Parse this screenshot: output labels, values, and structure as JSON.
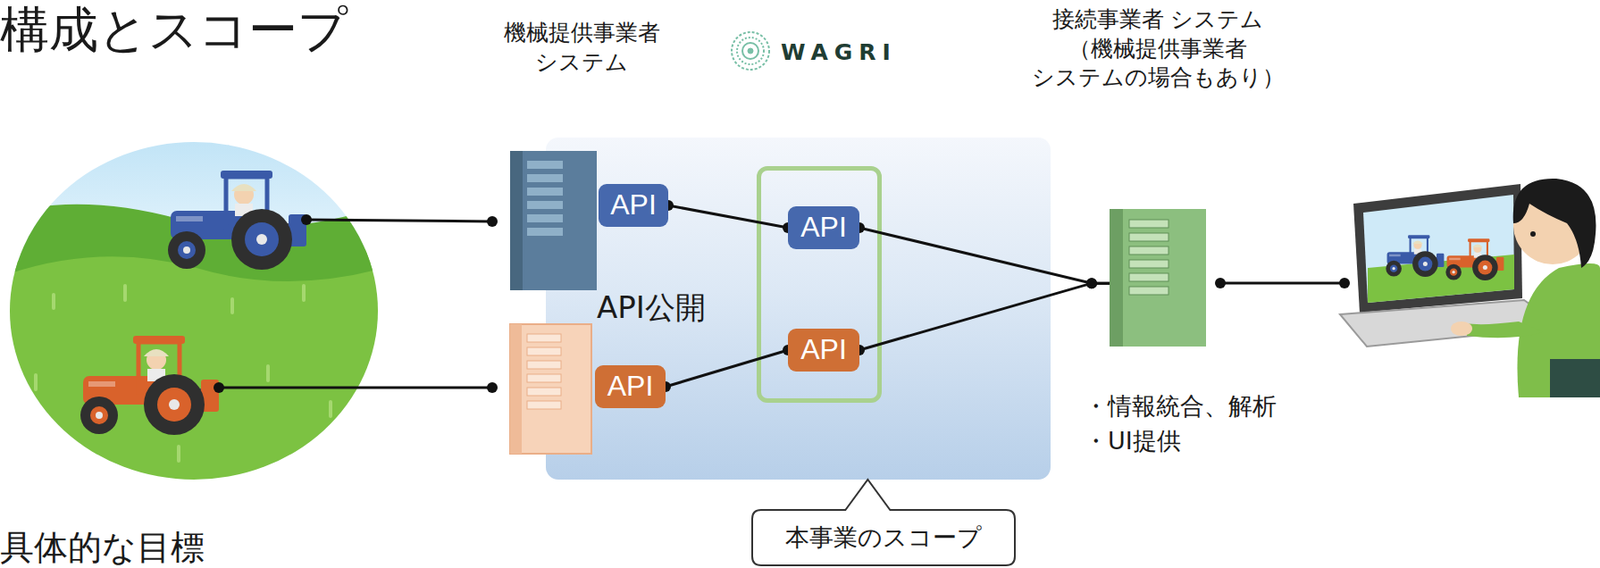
{
  "diagram": {
    "title": "構成とスコープ",
    "nodes": [
      {
        "text": [
          "API公開"
        ]
      },
      {
        "text": [
          "API"
        ],
        "in": 0
      },
      {
        "text": [
          "API"
        ],
        "in": 0
      },
      {
        "text": [
          "WAGRI"
        ],
        "in": 0
      },
      {
        "text": [
          "API"
        ],
        "in": 3
      },
      {
        "text": [
          "API"
        ],
        "in": 3
      },
      {
        "text": [
          "接続事業者 システム （機械提供事業者 システムの場合もあり）",
          "・情報統合、解析",
          "・UI提供"
        ]
      },
      {
        "text": [
          "本事業のスコープ"
        ]
      }
    ],
    "edges": [
      {
        "from": 1,
        "to": 4,
        "arrow": "none"
      },
      {
        "from": 2,
        "to": 5,
        "arrow": "none"
      },
      {
        "from": 4,
        "to": 6,
        "arrow": "none"
      },
      {
        "from": 5,
        "to": 6,
        "arrow": "none"
      }
    ],
    "labels": [
      "機械提供事業者 システム",
      "具体的な目標"
    ]
  }
}
